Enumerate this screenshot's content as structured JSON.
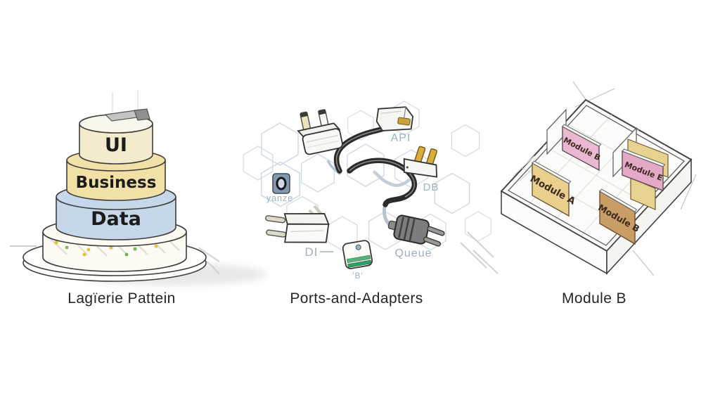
{
  "panels": {
    "layered": {
      "caption": "Lagïerie Pattein",
      "tiers": [
        {
          "label": "UI",
          "color": "#f3ebcb"
        },
        {
          "label": "Business",
          "color": "#f1e1a6"
        },
        {
          "label": "Data",
          "color": "#c5d7e8"
        }
      ],
      "base_color": "#fcfaf2",
      "plate_color": "#fdfdfa",
      "label_color": "#1c1c1c",
      "sprinkles": [
        "#e4c23c",
        "#86b857",
        "#e0762f",
        "#b0b0ab",
        "#d9c44a",
        "#6fae4e"
      ]
    },
    "ports": {
      "caption": "Ports-and-Adapters",
      "hex_color": "#c7d4e4",
      "label_color": "#9db1c5",
      "labels": {
        "api": "API",
        "db": "DB",
        "queue": "Queue",
        "di": "DI",
        "b": "'B'",
        "zero": "yanze"
      }
    },
    "modules": {
      "caption": "Module B",
      "label_color": "#3c2b1d",
      "accent_wall_color": "#e7d28f",
      "walls": [
        {
          "label": "Module B",
          "color": "#eab8d0"
        },
        {
          "label": "Module E",
          "color": "#e3a9c6"
        },
        {
          "label": "Module A",
          "color": "#ebcf8d"
        },
        {
          "label": "Module B",
          "color": "#c99e66"
        }
      ]
    }
  }
}
